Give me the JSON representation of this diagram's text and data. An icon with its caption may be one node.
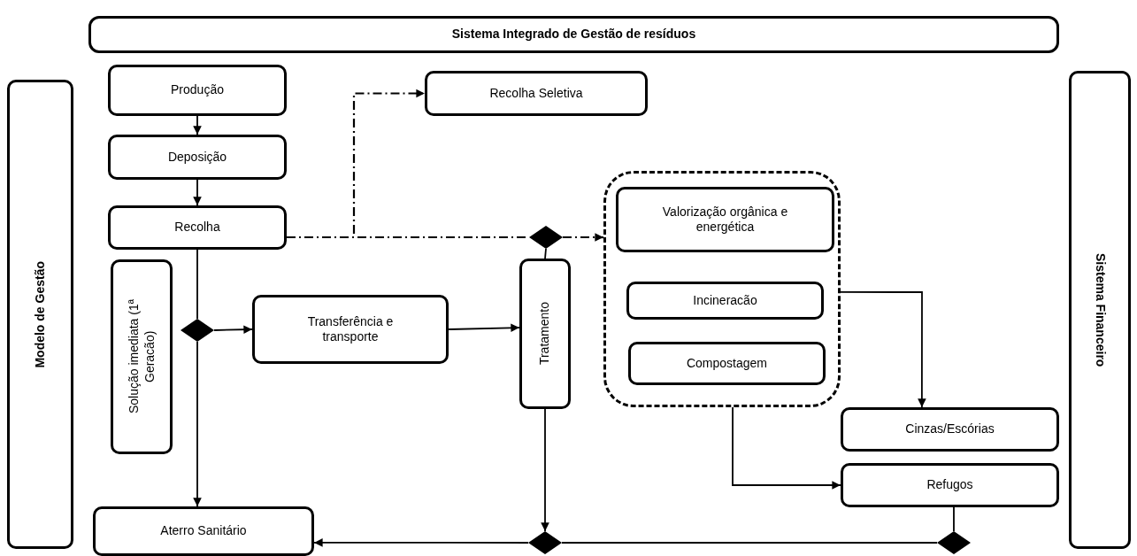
{
  "diagram": {
    "nodes": [
      {
        "text": [
          "Sistema Integrado de Gestão de resíduos"
        ]
      },
      {
        "text": [
          "Modelo de Gestão"
        ]
      },
      {
        "text": [
          "Produção"
        ]
      },
      {
        "text": [
          "Deposição"
        ]
      },
      {
        "text": [
          "Recolha"
        ]
      },
      {
        "text": [
          "Recolha Seletiva"
        ]
      },
      {
        "text": [
          "Solução imediata (1ª Geracão)"
        ]
      },
      {
        "text": [],
        "shape": "diamond"
      },
      {
        "text": [
          "Transferência e transporte"
        ]
      },
      {
        "text": [],
        "shape": "diamond"
      },
      {
        "text": [
          "Tratamento"
        ]
      },
      {
        "text": [],
        "shape": "box"
      },
      {
        "text": [
          "Valorização orgânica e energética"
        ],
        "in": 11
      },
      {
        "text": [
          "Incineracão"
        ],
        "in": 11
      },
      {
        "text": [
          "Compostagem"
        ],
        "in": 11
      },
      {
        "text": [
          "Cinzas/Escórias"
        ]
      },
      {
        "text": [
          "Refugos"
        ]
      },
      {
        "text": [
          "Sistema Financeiro"
        ]
      },
      {
        "text": [
          "Aterro Sanitário"
        ]
      },
      {
        "text": [],
        "shape": "diamond"
      },
      {
        "text": [],
        "shape": "diamond"
      }
    ],
    "edges": [
      {
        "from": 2,
        "to": 3,
        "arrow": "to"
      },
      {
        "from": 3,
        "to": 4,
        "arrow": "to"
      },
      {
        "from": 4,
        "to": 7,
        "arrow": "none"
      },
      {
        "from": 7,
        "to": 8,
        "arrow": "to"
      },
      {
        "from": 7,
        "to": 18,
        "arrow": "to"
      },
      {
        "from": 8,
        "to": 10,
        "arrow": "to"
      },
      {
        "from": 4,
        "to": 9,
        "arrow": "none",
        "style": "dashed"
      },
      {
        "from": 4,
        "to": 5,
        "arrow": "to",
        "style": "dashed"
      },
      {
        "from": 9,
        "to": 11,
        "arrow": "to",
        "style": "dashed"
      },
      {
        "from": 10,
        "to": 9,
        "arrow": "none"
      },
      {
        "from": 10,
        "to": 19,
        "arrow": "to"
      },
      {
        "from": 19,
        "to": 18,
        "arrow": "to"
      },
      {
        "from": 20,
        "to": 19,
        "arrow": "none"
      },
      {
        "from": 16,
        "to": 20,
        "arrow": "none"
      },
      {
        "from": 11,
        "to": 15,
        "arrow": "to"
      },
      {
        "from": 11,
        "to": 16,
        "arrow": "to"
      }
    ]
  }
}
